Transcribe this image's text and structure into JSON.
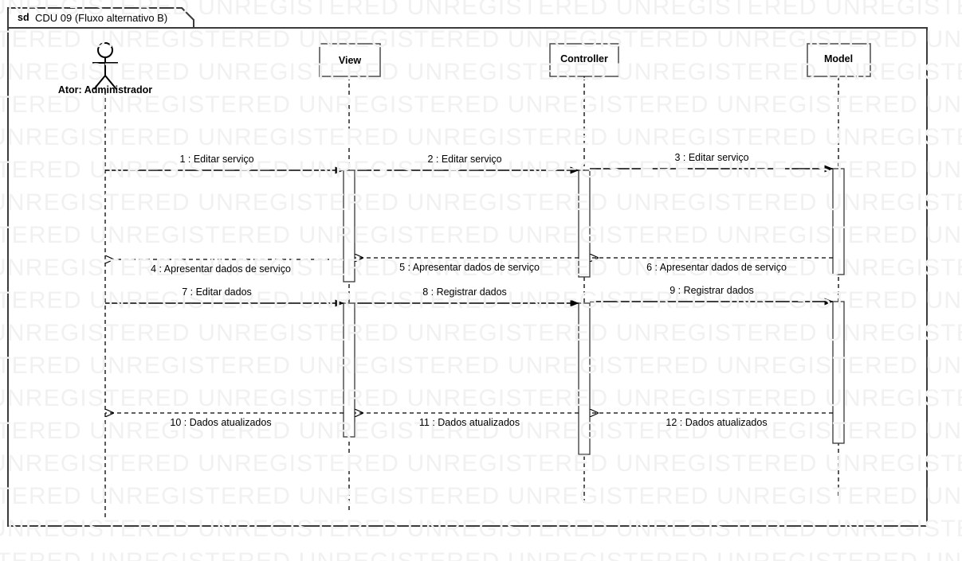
{
  "frame": {
    "keyword": "sd",
    "name": "CDU 09 (Fluxo alternativo B)",
    "border_color": "#3b3b3b"
  },
  "actor": {
    "label": "Ator: Administrador",
    "icon": "actor-stick-figure"
  },
  "lifelines": [
    {
      "id": "view",
      "label": "View"
    },
    {
      "id": "controller",
      "label": "Controller"
    },
    {
      "id": "model",
      "label": "Model"
    }
  ],
  "messages": [
    {
      "num": "1",
      "text": "1 : Editar serviço",
      "kind": "call",
      "from": "actor",
      "to": "view"
    },
    {
      "num": "2",
      "text": "2 : Editar serviço",
      "kind": "call",
      "from": "view",
      "to": "controller"
    },
    {
      "num": "3",
      "text": "3 : Editar serviço",
      "kind": "call",
      "from": "controller",
      "to": "model"
    },
    {
      "num": "4",
      "text": "4 : Apresentar dados de serviço",
      "kind": "return",
      "from": "view",
      "to": "actor"
    },
    {
      "num": "5",
      "text": "5 : Apresentar dados de serviço",
      "kind": "return",
      "from": "controller",
      "to": "view"
    },
    {
      "num": "6",
      "text": "6 : Apresentar dados de serviço",
      "kind": "return",
      "from": "model",
      "to": "controller"
    },
    {
      "num": "7",
      "text": "7 : Editar dados",
      "kind": "call",
      "from": "actor",
      "to": "view"
    },
    {
      "num": "8",
      "text": "8 : Registrar dados",
      "kind": "call",
      "from": "view",
      "to": "controller"
    },
    {
      "num": "9",
      "text": "9 : Registrar dados",
      "kind": "call",
      "from": "controller",
      "to": "model"
    },
    {
      "num": "10",
      "text": "10 : Dados atualizados",
      "kind": "return",
      "from": "view",
      "to": "actor"
    },
    {
      "num": "11",
      "text": "11 : Dados atualizados",
      "kind": "return",
      "from": "controller",
      "to": "view"
    },
    {
      "num": "12",
      "text": "12 : Dados atualizados",
      "kind": "return",
      "from": "model",
      "to": "controller"
    }
  ],
  "watermark": {
    "text": "UNREGISTERED",
    "color": "#f1f1f1"
  }
}
